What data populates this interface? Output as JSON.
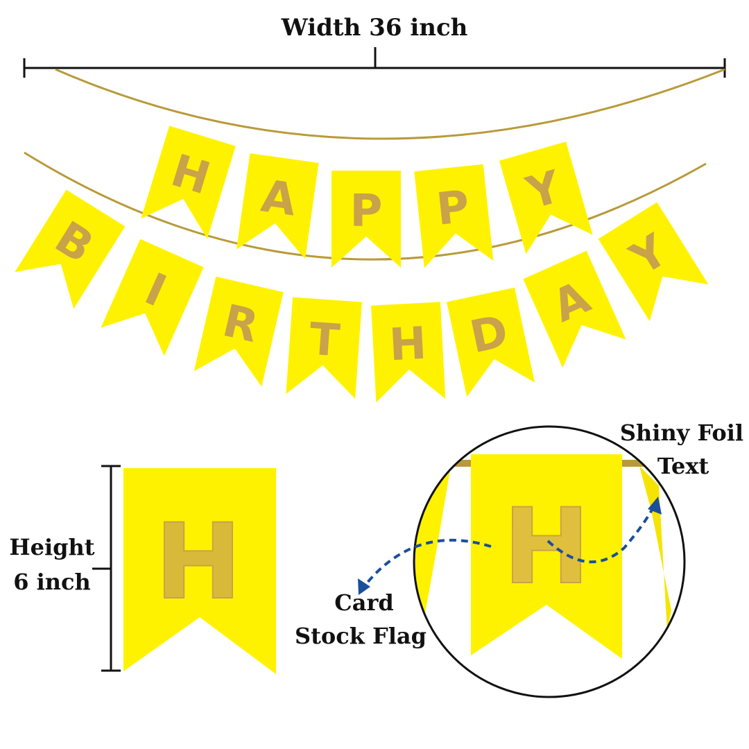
{
  "width_label": "Width 36 inch",
  "height_label_line1": "Height",
  "height_label_line2": "6 inch",
  "banner_row1": [
    "H",
    "A",
    "P",
    "P",
    "Y"
  ],
  "banner_row2": [
    "B",
    "I",
    "R",
    "T",
    "H",
    "D",
    "A",
    "Y"
  ],
  "single_flag_letter": "H",
  "zoom_flag_letter": "H",
  "callout_right_line1": "Shiny Foil",
  "callout_right_line2": "Text",
  "callout_left_line1": "Card",
  "callout_left_line2": "Stock Flag",
  "colors": {
    "flag_yellow": "#fff200",
    "flag_shade": "#f5e400",
    "foil_gold": "#c9a24a",
    "string_gold": "#b89a3a",
    "arrow_blue": "#1a4f9c",
    "dimension_black": "#111111"
  }
}
